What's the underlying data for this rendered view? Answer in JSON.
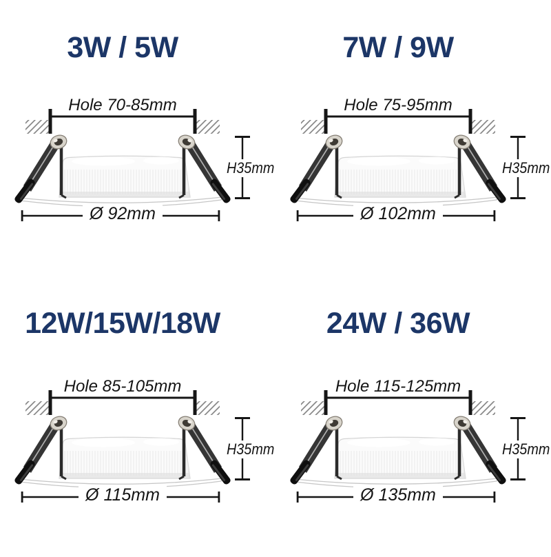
{
  "figure": {
    "type": "product-dimension-diagram",
    "background": "#ffffff",
    "title_color": "#1c3667",
    "line_color": "#161616",
    "height_mm": 35
  },
  "panels": [
    {
      "title": "3W / 5W",
      "hole_label": "Hole 70-85mm",
      "height_label": "H35mm",
      "diameter_label": "Ø 92mm"
    },
    {
      "title": "7W / 9W",
      "hole_label": "Hole 75-95mm",
      "height_label": "H35mm",
      "diameter_label": "Ø 102mm"
    },
    {
      "title": "12W/15W/18W",
      "hole_label": "Hole 85-105mm",
      "height_label": "H35mm",
      "diameter_label": "Ø 115mm"
    },
    {
      "title": "24W / 36W",
      "hole_label": "Hole 115-125mm",
      "height_label": "H35mm",
      "diameter_label": "Ø 135mm"
    }
  ]
}
